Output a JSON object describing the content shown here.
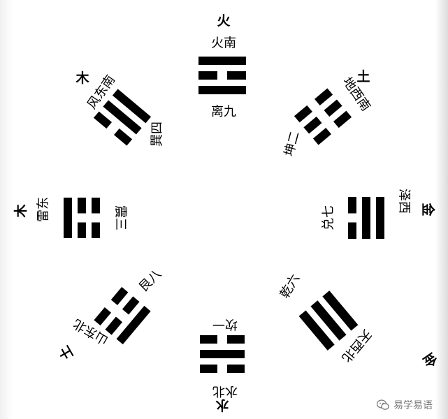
{
  "trigrams": [
    {
      "id": "li",
      "name": "离九",
      "direction": "火南",
      "element": "火",
      "lines": "yin-middle"
    },
    {
      "id": "kun",
      "name": "坤二",
      "direction": "地西南",
      "element": "土",
      "lines": "all-broken"
    },
    {
      "id": "dui",
      "name": "兑七",
      "direction": "泽西",
      "element": "金",
      "lines": "top-broken"
    },
    {
      "id": "qian",
      "name": "乾六",
      "direction": "天西北",
      "element": "金",
      "lines": "all-solid"
    },
    {
      "id": "kan",
      "name": "坎一",
      "direction": "水北",
      "element": "水",
      "lines": "yang-middle"
    },
    {
      "id": "gen",
      "name": "艮八",
      "direction": "山东北",
      "element": "土",
      "lines": "top-solid"
    },
    {
      "id": "zhen",
      "name": "震三",
      "direction": "雷东",
      "element": "木",
      "lines": "bottom-solid"
    },
    {
      "id": "xun",
      "name": "巽四",
      "direction": "风东南",
      "element": "木",
      "lines": "bottom-broken"
    }
  ],
  "watermark": {
    "text": "易学易语",
    "icon": "wechat-icon"
  },
  "colors": {
    "ink": "#000000",
    "background": "#ffffff",
    "watermark": "#777777"
  }
}
